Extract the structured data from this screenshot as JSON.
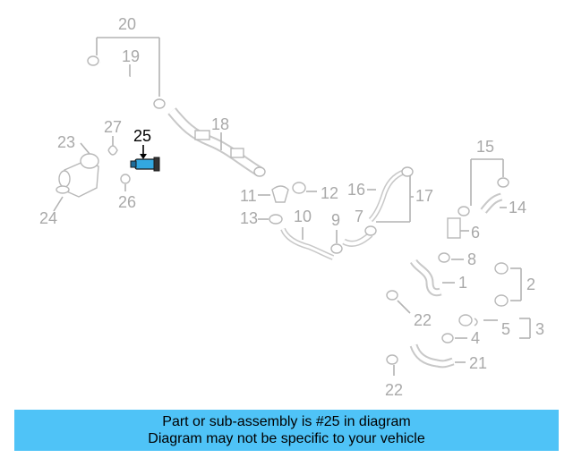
{
  "diagram": {
    "highlight_part": "25",
    "callouts": [
      "20",
      "19",
      "18",
      "27",
      "25",
      "23",
      "26",
      "24",
      "11",
      "12",
      "13",
      "10",
      "9",
      "16",
      "17",
      "7",
      "15",
      "14",
      "6",
      "8",
      "1",
      "2",
      "22",
      "5",
      "3",
      "4",
      "21",
      "22"
    ]
  },
  "banner": {
    "line1": "Part or sub-assembly is #25 in diagram",
    "line2": "Diagram may not be specific to your vehicle"
  },
  "colors": {
    "banner_bg": "#4fc3f7",
    "highlight_part": "#33a8e0",
    "line_gray": "#b3b3b3",
    "label_gray": "#a9a9a9"
  }
}
